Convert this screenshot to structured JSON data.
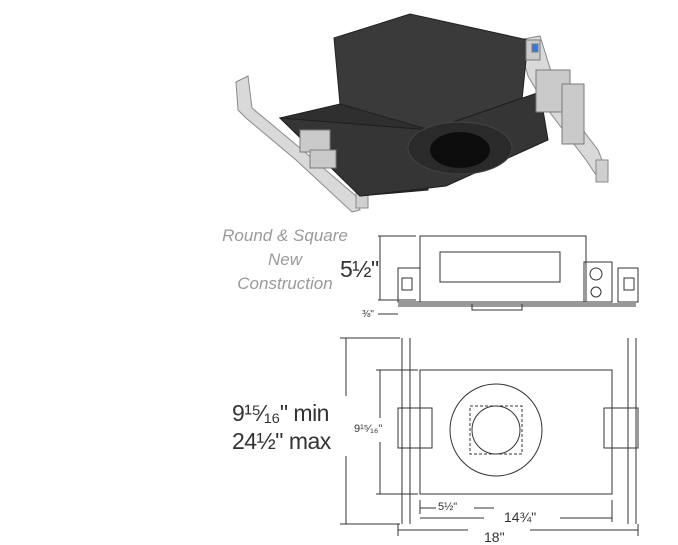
{
  "caption": {
    "line1": "Round & Square New",
    "line2": "Construction"
  },
  "dimensions": {
    "height": "5½\"",
    "lip": "⅜\"",
    "width_min": "9¹⁵⁄₁₆\" min",
    "width_max": "24½\" max",
    "inner_width": "9¹⁵⁄₁₆\"",
    "aperture_offset": "5½\"",
    "housing_length": "14¾\"",
    "overall_length": "18\""
  },
  "colors": {
    "housing_dark": "#2b2b2b",
    "bracket_metal": "#c8c8c8",
    "line": "#333333",
    "caption": "#9a9a9a"
  }
}
